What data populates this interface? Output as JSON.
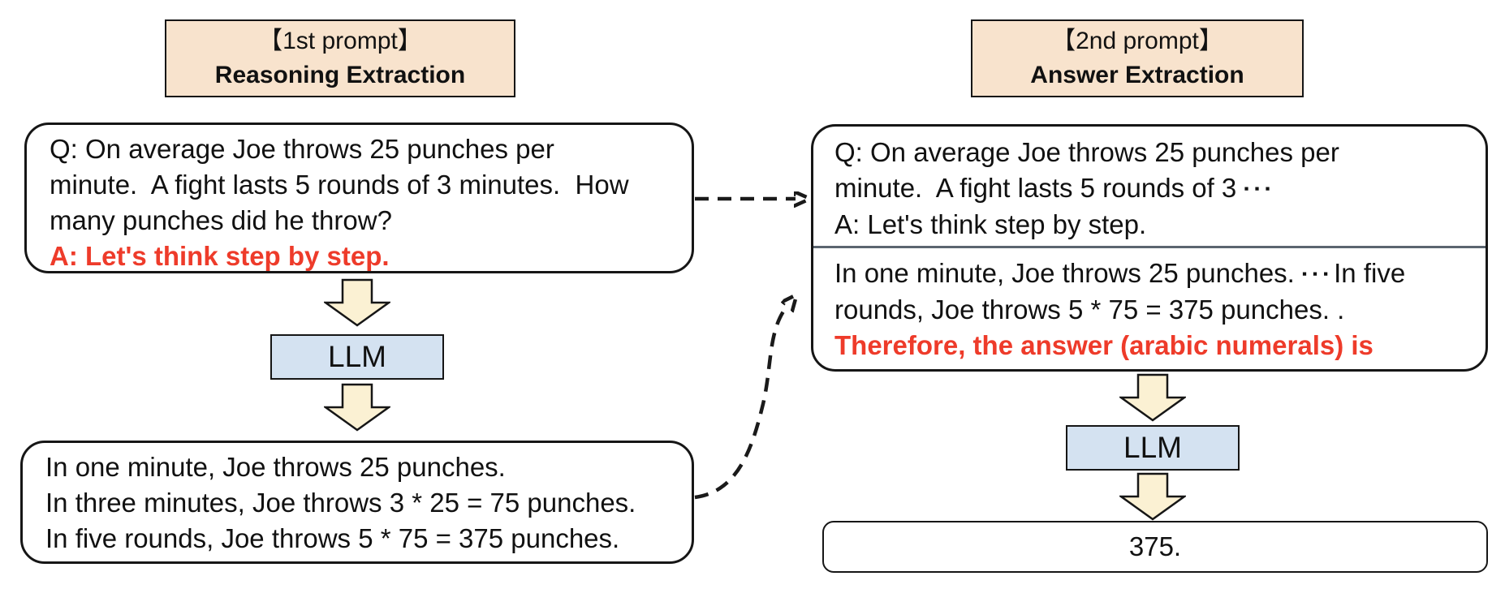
{
  "colors": {
    "peach": "#f8e3cd",
    "cream": "#fbf1d3",
    "blue": "#d4e2f1",
    "red": "#ee3b2a",
    "divider": "#5b6570",
    "border": "#161616"
  },
  "stage1": {
    "header_line1": "【1st prompt】",
    "header_line2": "Reasoning Extraction",
    "question_box": {
      "line1": "Q: On average Joe throws 25 punches per",
      "line2": "minute.  A fight lasts 5 rounds of 3 minutes.  How",
      "line3": "many punches did he throw?",
      "answer_trigger": "A: Let's think step by step."
    },
    "llm_label": "LLM",
    "reasoning_box": {
      "line1": "In one minute, Joe throws 25 punches.",
      "line2": "In three minutes, Joe throws 3 * 25 = 75 punches.",
      "line3": "In five rounds, Joe throws 5 * 75 = 375 punches."
    }
  },
  "stage2": {
    "header_line1": "【2nd prompt】",
    "header_line2": "Answer Extraction",
    "prompt_box": {
      "q_line1": "Q: On average Joe throws 25 punches per",
      "q_line2_pre": "minute.  A fight lasts 5 rounds of 3 ",
      "q_line2_dots": "▪▪▪",
      "a_line": "A: Let's think step by step.",
      "r_line1_pre": "In one minute, Joe throws 25 punches. ",
      "r_line1_dots": "▪▪▪",
      "r_line1_post": "In five",
      "r_line2": "rounds, Joe throws 5 * 75 = 375 punches. .",
      "answer_trigger": "Therefore, the answer (arabic numerals) is"
    },
    "llm_label": "LLM",
    "answer_box": "375."
  }
}
